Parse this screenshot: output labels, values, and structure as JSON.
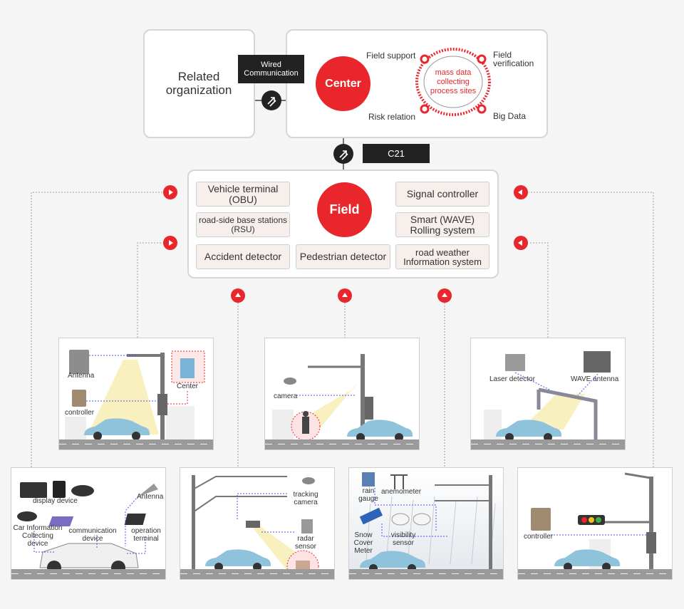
{
  "top": {
    "related_org": "Related organization",
    "wired_tag": "Wired Communication",
    "center_label": "Center",
    "ring_text": "mass data collecting process sites",
    "ring_labels": {
      "field_support": "Field support",
      "field_verification": "Field verification",
      "risk_relation": "Risk relation",
      "big_data": "Big Data"
    },
    "c21_tag": "C21"
  },
  "field": {
    "label": "Field",
    "devices": {
      "vehicle_terminal": "Vehicle terminal (OBU)",
      "rsu": "road-side base stations (RSU)",
      "accident_detector": "Accident  detector",
      "pedestrian_detector": "Pedestrian detector",
      "signal_controller": "Signal controller",
      "smart_wave": "Smart (WAVE) Rolling system",
      "road_weather": "road weather Information system"
    }
  },
  "panels": {
    "p1": {
      "antenna": "Antenna",
      "center": "Center",
      "controller": "controller"
    },
    "p2": {
      "camera": "camera"
    },
    "p3": {
      "laser": "Laser detector",
      "wave": "WAVE antenna"
    },
    "p4": {
      "display": "display device",
      "antenna": "Antenna",
      "car_info": "Car Information Collecting device",
      "comm": "communication device",
      "operation": "operation terminal"
    },
    "p5": {
      "tracking": "tracking camera",
      "radar": "radar sensor"
    },
    "p6": {
      "rain": "rain gauge",
      "anemometer": "anemometer",
      "snow": "Snow Cover Meter",
      "visibility": "visibility sensor"
    },
    "p7": {
      "controller": "controller"
    }
  },
  "colors": {
    "accent": "#e8262b",
    "dark": "#222222",
    "device_bg": "#f6efec",
    "car": "#8fc3dc"
  }
}
